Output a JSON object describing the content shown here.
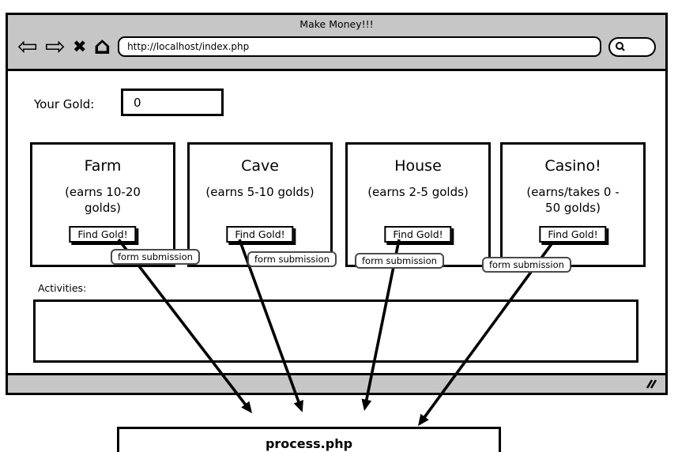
{
  "window": {
    "title": "Make Money!!!",
    "url": "http://localhost/index.php"
  },
  "toolbar_icons": {
    "back": "⇦",
    "forward": "⇨",
    "stop": "✖",
    "home": "⌂"
  },
  "gold": {
    "label": "Your Gold:",
    "value": "0"
  },
  "locations": [
    {
      "name": "Farm",
      "description": "(earns 10-20\ngolds)",
      "button_label": "Find Gold!",
      "annotation": "form submission"
    },
    {
      "name": "Cave",
      "description": "(earns 5-10 golds)",
      "button_label": "Find Gold!",
      "annotation": "form submission"
    },
    {
      "name": "House",
      "description": "(earns 2-5 golds)",
      "button_label": "Find Gold!",
      "annotation": "form submission"
    },
    {
      "name": "Casino!",
      "description": "(earns/takes 0 -\n50 golds)",
      "button_label": "Find Gold!",
      "annotation": "form submission"
    }
  ],
  "activities": {
    "label": "Activities:"
  },
  "process": {
    "label": "process.php"
  },
  "colors": {
    "chrome_gray": "#c6c6c6",
    "ink": "#000000"
  }
}
